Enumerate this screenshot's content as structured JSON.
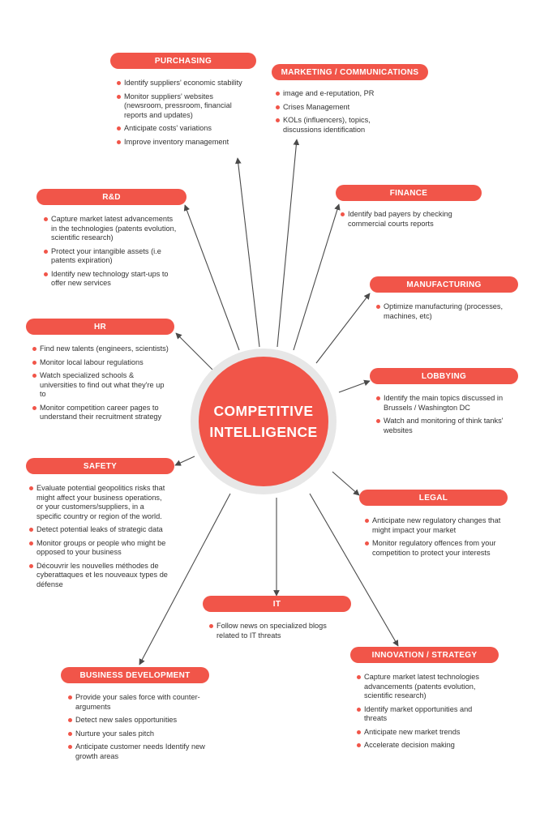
{
  "center": {
    "line1": "COMPETITIVE",
    "line2": "INTELLIGENCE"
  },
  "colors": {
    "accent": "#f15549",
    "hub_ring": "#e7e7e7",
    "text": "#333333",
    "arrow": "#4a4a4a"
  },
  "categories": {
    "purchasing": {
      "title": "PURCHASING",
      "items": [
        "Identify suppliers' economic stability",
        "Monitor suppliers' websites (newsroom, pressroom, financial reports and updates)",
        "Anticipate costs' variations",
        "Improve inventory management"
      ]
    },
    "marketing": {
      "title": "MARKETING / COMMUNICATIONS",
      "items": [
        "image and e-reputation, PR",
        "Crises Management",
        "KOLs (influencers), topics, discussions identification"
      ]
    },
    "rd": {
      "title": "R&D",
      "items": [
        "Capture market latest advancements in the technologies (patents evolution, scientific research)",
        "Protect your intangible assets (i.e patents expiration)",
        "Identify new technology start-ups to offer new services"
      ]
    },
    "finance": {
      "title": "FINANCE",
      "items": [
        "Identify bad payers by checking commercial courts reports"
      ]
    },
    "manufacturing": {
      "title": "MANUFACTURING",
      "items": [
        "Optimize manufacturing (processes, machines, etc)"
      ]
    },
    "hr": {
      "title": "HR",
      "items": [
        "Find new talents (engineers, scientists)",
        "Monitor local labour regulations",
        "Watch specialized schools & universities to find out what they're up to",
        "Monitor competition career pages to understand their recruitment strategy"
      ]
    },
    "lobbying": {
      "title": "LOBBYING",
      "items": [
        "Identify the main topics discussed in Brussels / Washington DC",
        "Watch and monitoring of think tanks' websites"
      ]
    },
    "safety": {
      "title": "SAFETY",
      "items": [
        "Evaluate potential geopolitics risks that might affect your business operations, or your customers/suppliers, in a specific country or region of the world.",
        "Detect potential leaks of strategic data",
        "Monitor groups or people who might be opposed to your business",
        "Découvrir les nouvelles méthodes de cyberattaques et les nouveaux types de défense"
      ]
    },
    "legal": {
      "title": "LEGAL",
      "items": [
        "Anticipate new regulatory changes that might impact your market",
        "Monitor regulatory offences from your competition to protect your interests"
      ]
    },
    "it": {
      "title": "IT",
      "items": [
        "Follow news on specialized blogs related to IT threats"
      ]
    },
    "innovation": {
      "title": "INNOVATION / STRATEGY",
      "items": [
        "Capture market latest technologies advancements (patents evolution, scientific research)",
        "Identify market opportunities and threats",
        "Anticipate new market trends",
        "Accelerate decision making"
      ]
    },
    "bizdev": {
      "title": "BUSINESS DEVELOPMENT",
      "items": [
        "Provide your sales force with counter-arguments",
        "Detect new sales opportunities",
        "Nurture your sales pitch",
        "Anticipate customer needs Identify new growth areas"
      ]
    }
  }
}
